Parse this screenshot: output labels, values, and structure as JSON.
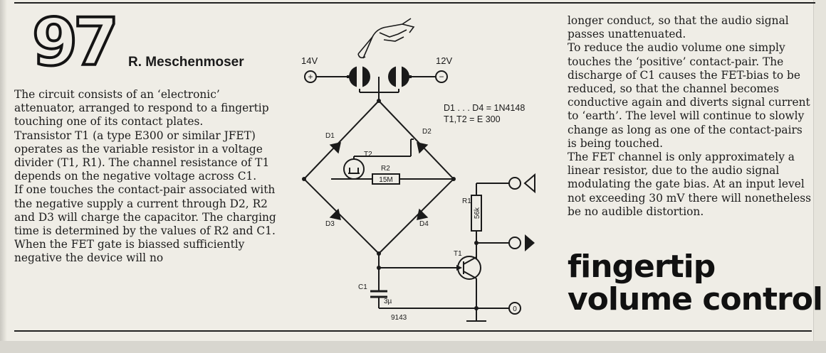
{
  "article": {
    "number": "97",
    "author": "R. Meschenmoser",
    "title_lines": [
      "fingertip",
      "volume control"
    ]
  },
  "body_left": [
    "The circuit consists of an ‘electronic’ attenuator, arranged to respond to a fingertip touching one of its contact plates.",
    "Transistor T1 (a type E300 or similar JFET) operates as the variable resistor in a voltage divider (T1, R1). The channel resistance of T1 depends on the negative voltage across C1.",
    "If one touches the contact-pair associated with the negative supply a current through D2, R2 and D3 will charge the capacitor. The charging time is determined by the values of R2 and C1. When the FET gate is biassed sufficiently negative the device will no"
  ],
  "body_right": [
    "longer conduct, so that the audio signal passes unattenuated.",
    "To reduce the audio volume one simply touches the ‘positive’ contact-pair. The discharge of C1 causes the FET-bias to be reduced, so that the channel becomes conductive again and diverts signal current to ‘earth’. The level will continue to slowly change as long as one of the contact-pairs is being touched.",
    "The FET channel is only approximately a linear resistor, due to the audio signal modulating the gate bias. At an input level not exceeding 30 mV there will nonetheless be no audible distortion."
  ],
  "schematic": {
    "supply_pos_voltage": "14V",
    "supply_neg_voltage": "12V",
    "supply_pos_symbol": "+",
    "supply_neg_symbol": "−",
    "diode_note": "D1 . . . D4 = 1N4148",
    "transistor_note": "T1,T2      = E 300",
    "d1": "D1",
    "d2": "D2",
    "d3": "D3",
    "d4": "D4",
    "t1": "T1",
    "t2": "T2",
    "r1": "R1",
    "r1_value": "56k",
    "r2": "R2",
    "r2_value": "15M",
    "c1": "C1",
    "c1_value": "3µ",
    "ground_symbol": "0",
    "figure_code": "9143"
  },
  "colors": {
    "paper": "#efede6",
    "ink": "#1c1c1c"
  }
}
